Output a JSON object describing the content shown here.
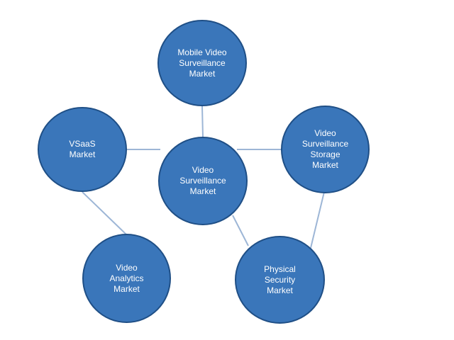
{
  "diagram": {
    "center": {
      "label": "Video\nSurveillance\nMarket"
    },
    "nodes": {
      "mobile": {
        "label": "Mobile Video\nSurveillance\nMarket"
      },
      "vsaas": {
        "label": "VSaaS\nMarket"
      },
      "storage": {
        "label": "Video\nSurveillance\nStorage\nMarket"
      },
      "analytics": {
        "label": "Video\nAnalytics\nMarket"
      },
      "physical": {
        "label": "Physical\nSecurity\nMarket"
      }
    },
    "connections": [
      [
        "mobile",
        "center"
      ],
      [
        "vsaas",
        "center"
      ],
      [
        "storage",
        "center"
      ],
      [
        "center",
        "physical"
      ],
      [
        "storage",
        "physical"
      ],
      [
        "vsaas",
        "analytics"
      ]
    ],
    "colors": {
      "node_fill": "#3a76ba",
      "node_border": "#1f4f86",
      "line": "#9db6d6",
      "text": "#ffffff"
    }
  }
}
